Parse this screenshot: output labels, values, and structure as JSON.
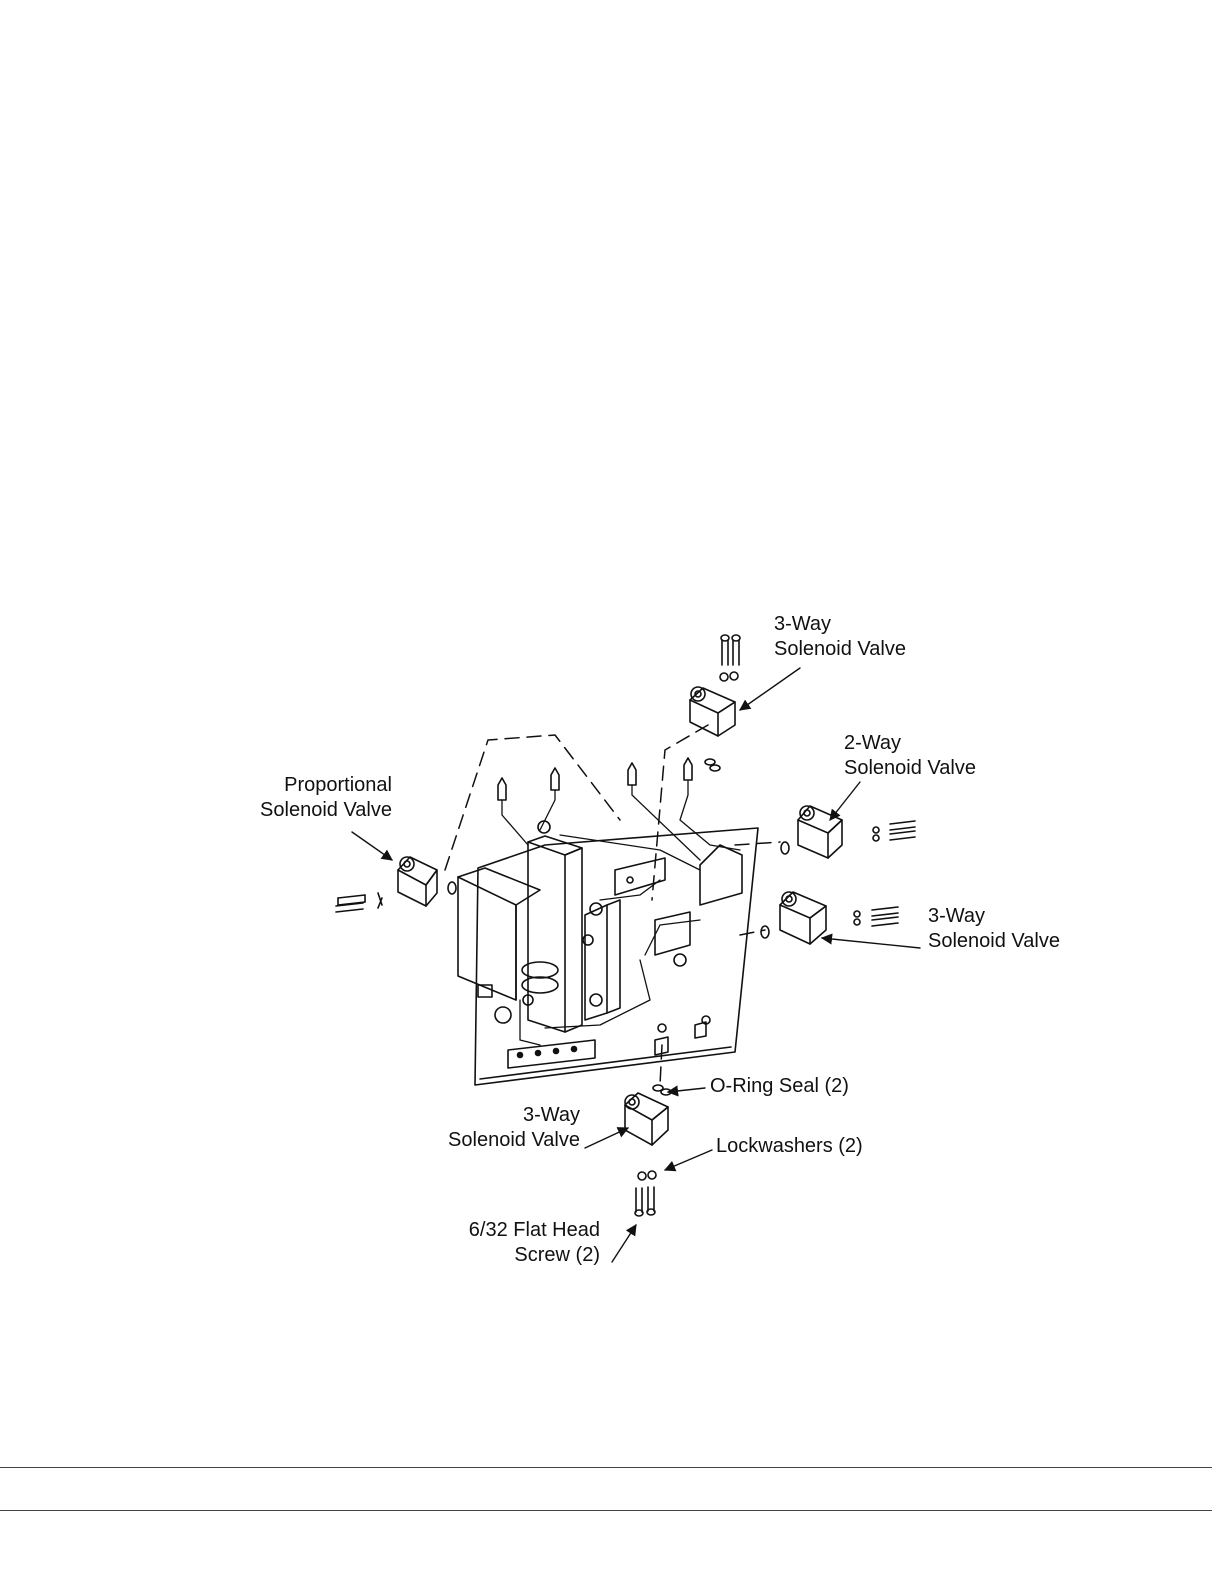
{
  "callouts": {
    "three_way_top": {
      "line1": "3-Way",
      "line2": "Solenoid Valve"
    },
    "two_way": {
      "line1": "2-Way",
      "line2": "Solenoid Valve"
    },
    "proportional": {
      "line1": "Proportional",
      "line2": "Solenoid Valve"
    },
    "three_way_right": {
      "line1": "3-Way",
      "line2": "Solenoid Valve"
    },
    "oring": {
      "text": "O-Ring Seal (2)"
    },
    "three_way_bottom": {
      "line1": "3-Way",
      "line2": "Solenoid Valve"
    },
    "lockwashers": {
      "text": "Lockwashers (2)"
    },
    "screw": {
      "line1": "6/32 Flat Head",
      "line2": "Screw (2)"
    }
  },
  "colors": {
    "ink": "#111111",
    "paper": "#ffffff",
    "rule": "#444444"
  }
}
